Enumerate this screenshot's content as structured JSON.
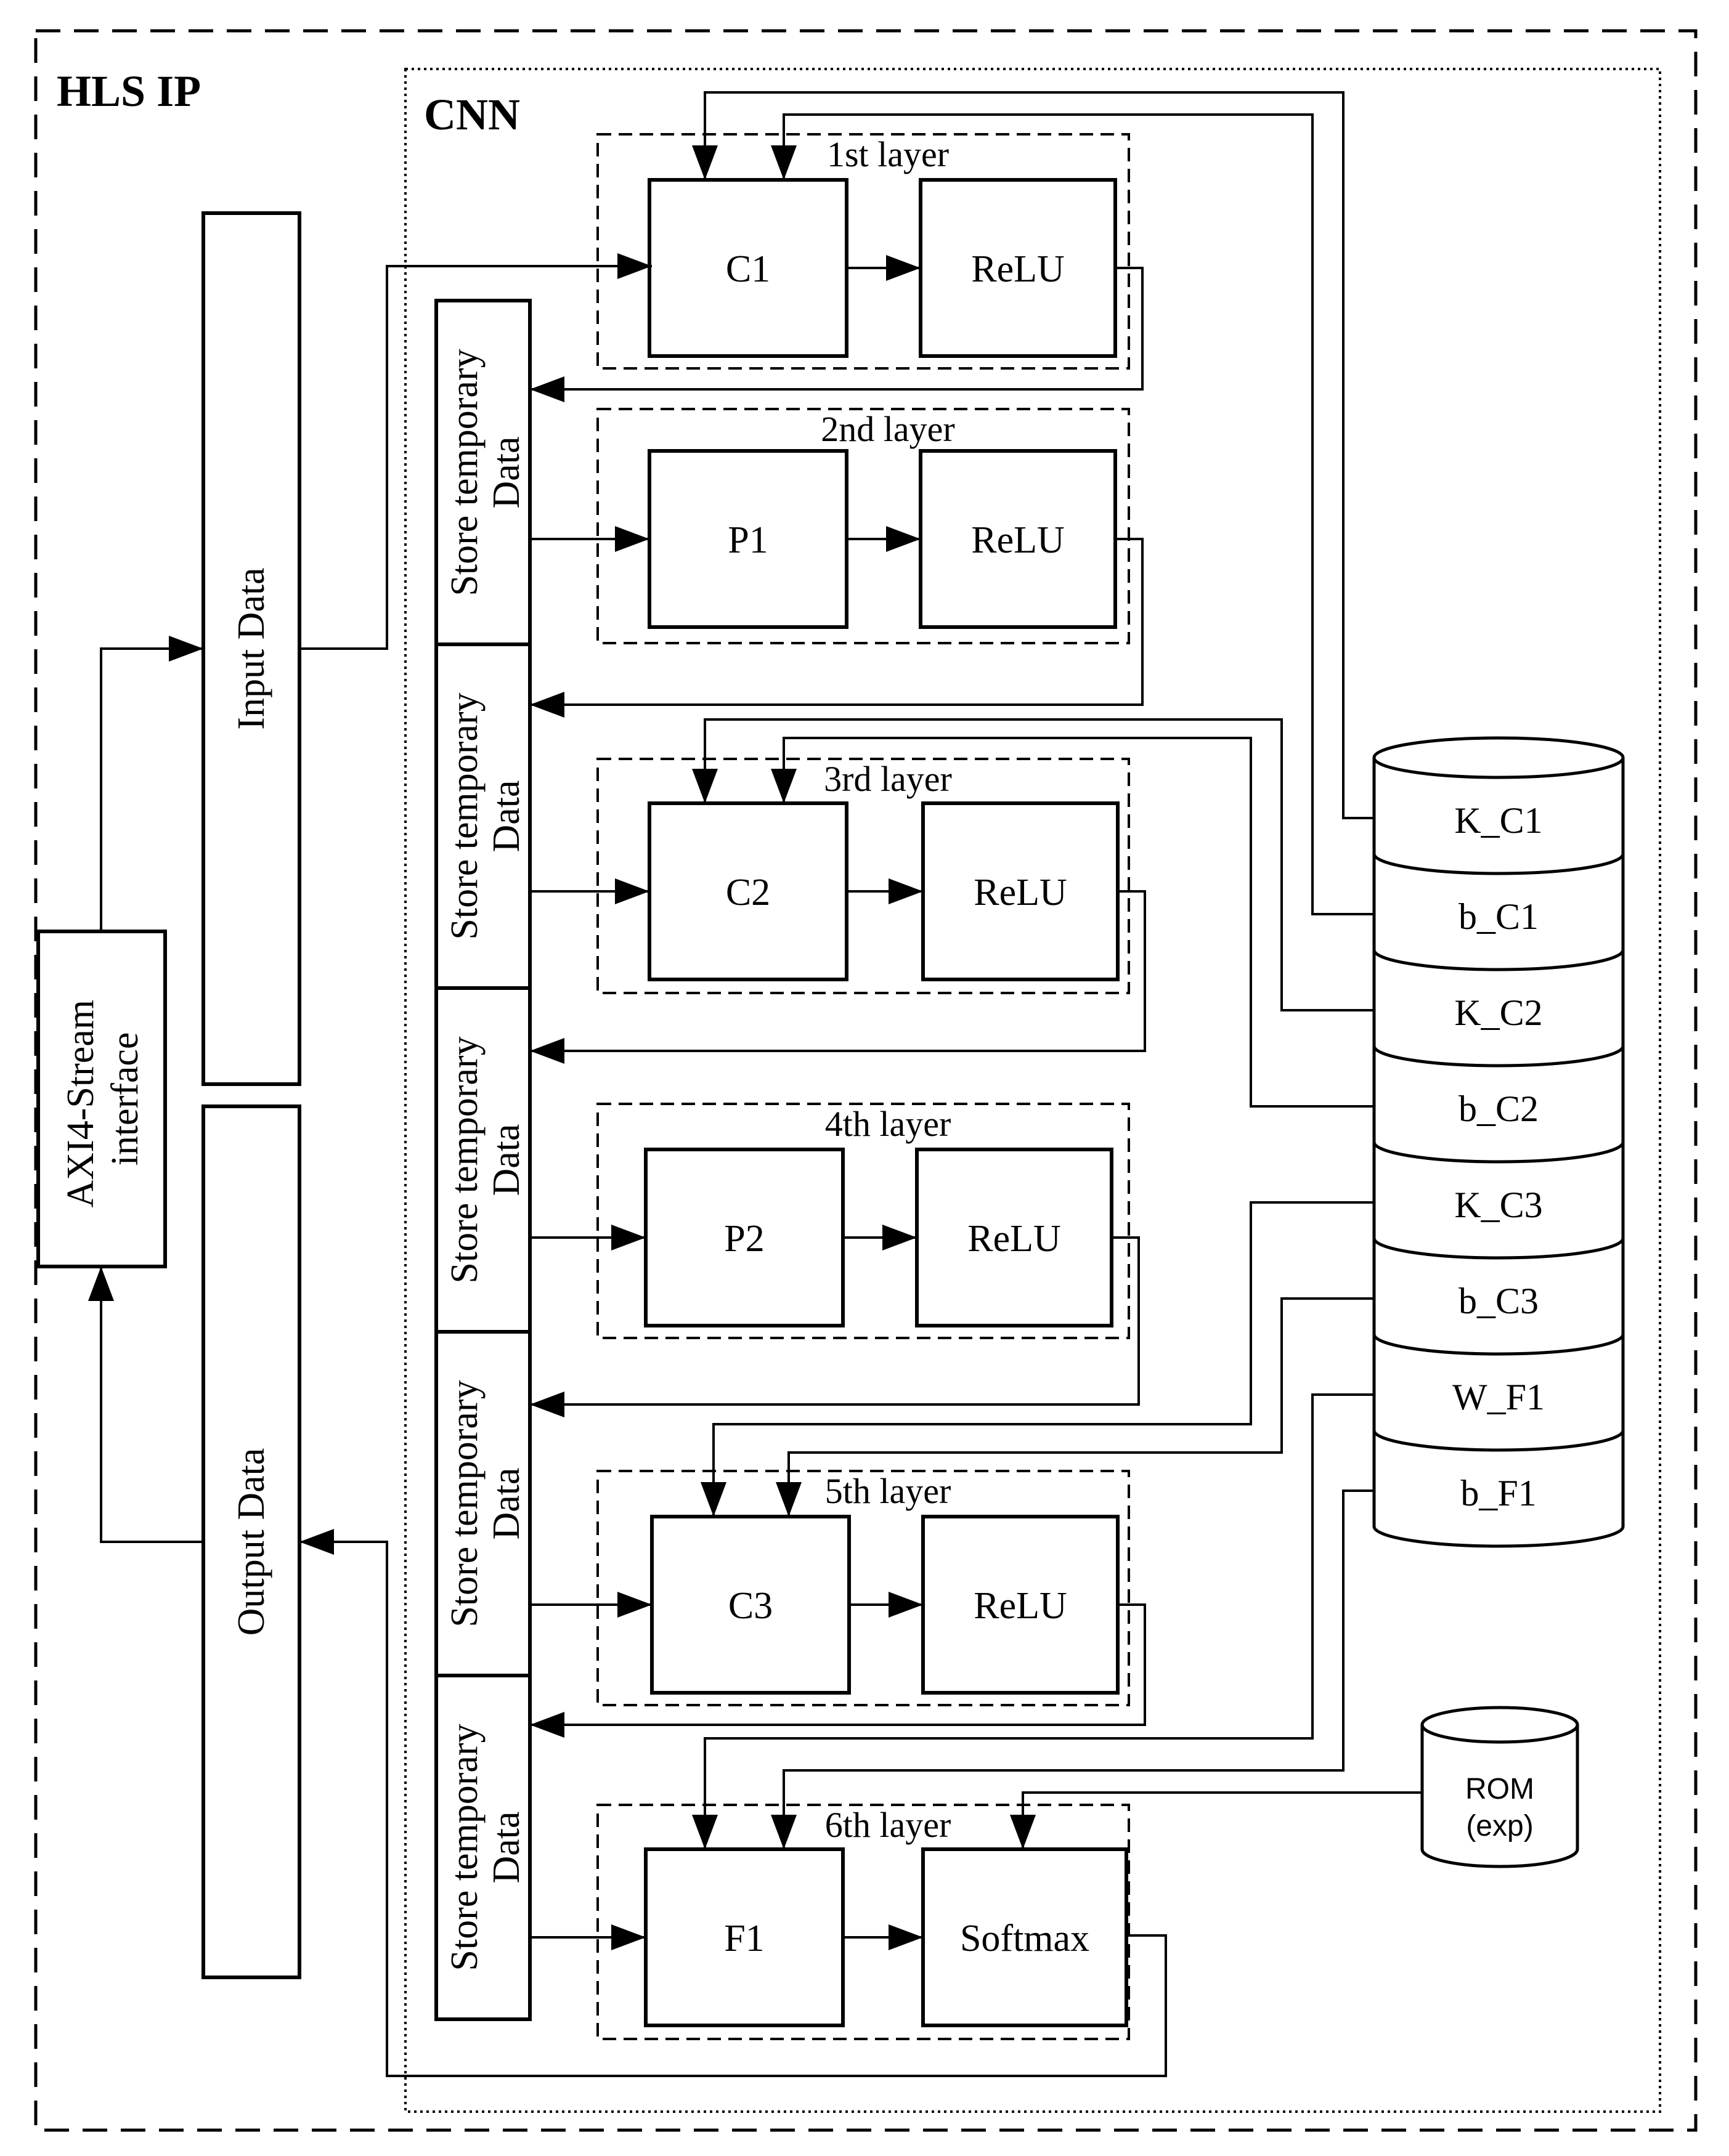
{
  "labels": {
    "hls_ip": "HLS IP",
    "cnn": "CNN",
    "axi_line1": "AXI4-Stream",
    "axi_line2": "interface",
    "input_data": "Input Data",
    "output_data": "Output Data",
    "store_line1": "Store temporary",
    "store_line2": "Data"
  },
  "layers": [
    {
      "title": "1st layer",
      "op": "C1",
      "act": "ReLU"
    },
    {
      "title": "2nd layer",
      "op": "P1",
      "act": "ReLU"
    },
    {
      "title": "3rd layer",
      "op": "C2",
      "act": "ReLU"
    },
    {
      "title": "4th layer",
      "op": "P2",
      "act": "ReLU"
    },
    {
      "title": "5th layer",
      "op": "C3",
      "act": "ReLU"
    },
    {
      "title": "6th layer",
      "op": "F1",
      "act": "Softmax"
    }
  ],
  "memory": [
    "K_C1",
    "b_C1",
    "K_C2",
    "b_C2",
    "K_C3",
    "b_C3",
    "W_F1",
    "b_F1"
  ],
  "rom": {
    "line1": "ROM",
    "line2": "(exp)"
  }
}
